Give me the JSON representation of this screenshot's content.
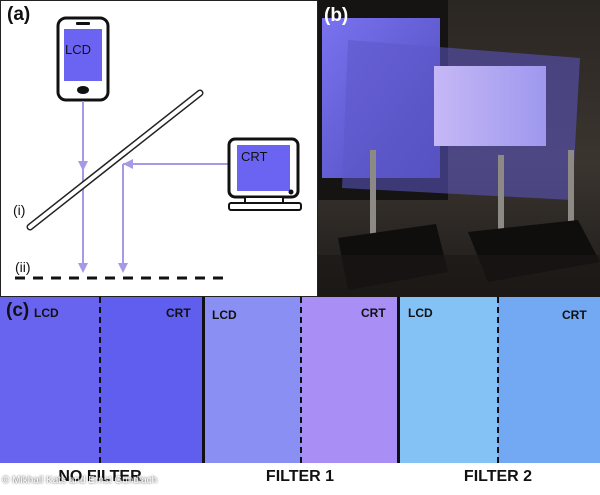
{
  "panels": {
    "a_label": "(a)",
    "b_label": "(b)",
    "c_label": "(c)"
  },
  "diagram": {
    "lcd_label": "LCD",
    "crt_label": "CRT",
    "mirror_label": "(i)",
    "screen_label": "(ii)",
    "line_color": "#a59ae6",
    "screen_fill": "#6b63f2"
  },
  "comparison": {
    "groups": [
      {
        "filter": "NO FILTER",
        "lcd_label": "LCD",
        "crt_label": "CRT",
        "lcd_color": "#6964f0",
        "crt_color": "#5f5eee"
      },
      {
        "filter": "FILTER 1",
        "lcd_label": "LCD",
        "crt_label": "CRT",
        "lcd_color": "#8a8ff4",
        "crt_color": "#a98ff5"
      },
      {
        "filter": "FILTER 2",
        "lcd_label": "LCD",
        "crt_label": "CRT",
        "lcd_color": "#84c2f6",
        "crt_color": "#73a8f2"
      }
    ]
  },
  "credit": "© Mikhail Kats and Ernst Gundlach"
}
